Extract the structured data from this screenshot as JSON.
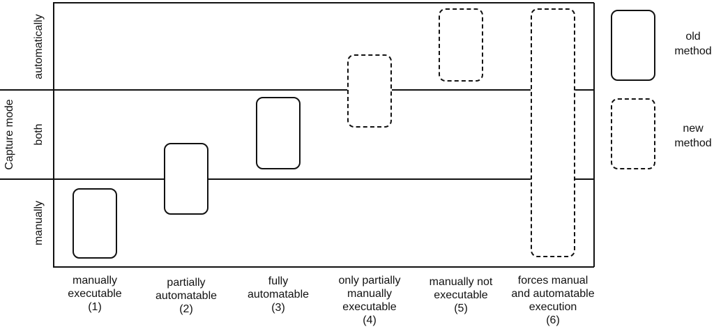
{
  "axis": {
    "y_title": "Capture mode",
    "rows": [
      "automatically",
      "both",
      "manually"
    ]
  },
  "categories": [
    {
      "lines": [
        "manually",
        "executable",
        "(1)"
      ],
      "method": "old",
      "span": [
        "manually",
        "manually"
      ]
    },
    {
      "lines": [
        "partially",
        "automatable",
        "(2)"
      ],
      "method": "old",
      "span": [
        "manually",
        "both"
      ]
    },
    {
      "lines": [
        "fully",
        "automatable",
        "(3)"
      ],
      "method": "old",
      "span": [
        "both",
        "both"
      ]
    },
    {
      "lines": [
        "only partially",
        "manually",
        "executable",
        "(4)"
      ],
      "method": "new",
      "span": [
        "both",
        "automatically"
      ]
    },
    {
      "lines": [
        "manually not",
        "executable",
        "(5)"
      ],
      "method": "new",
      "span": [
        "automatically",
        "automatically"
      ]
    },
    {
      "lines": [
        "forces manual",
        "and automatable",
        "execution",
        "(6)"
      ],
      "method": "new",
      "span": [
        "manually",
        "automatically"
      ]
    }
  ],
  "legend": [
    {
      "key": "old",
      "lines": [
        "old",
        "method"
      ]
    },
    {
      "key": "new",
      "lines": [
        "new",
        "method"
      ]
    }
  ]
}
